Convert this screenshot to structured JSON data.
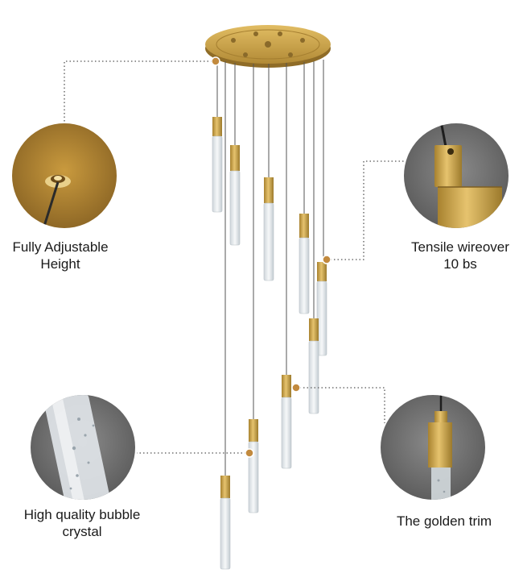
{
  "callouts": {
    "adjustable_height": {
      "line1": "Fully Adjustable",
      "line2": "Height"
    },
    "tensile_wire": {
      "line1": "Tensile wireover",
      "line2": "10 bs"
    },
    "bubble_crystal": {
      "line1": "High quality bubble",
      "line2": "crystal"
    },
    "golden_trim": {
      "line1": "The golden trim"
    }
  },
  "colors": {
    "gold": "#c9a24a",
    "gold_dark": "#9c7a2c",
    "callout_gray": "#6e6e6e",
    "crystal": "#e8ecef",
    "wire": "#444444"
  }
}
